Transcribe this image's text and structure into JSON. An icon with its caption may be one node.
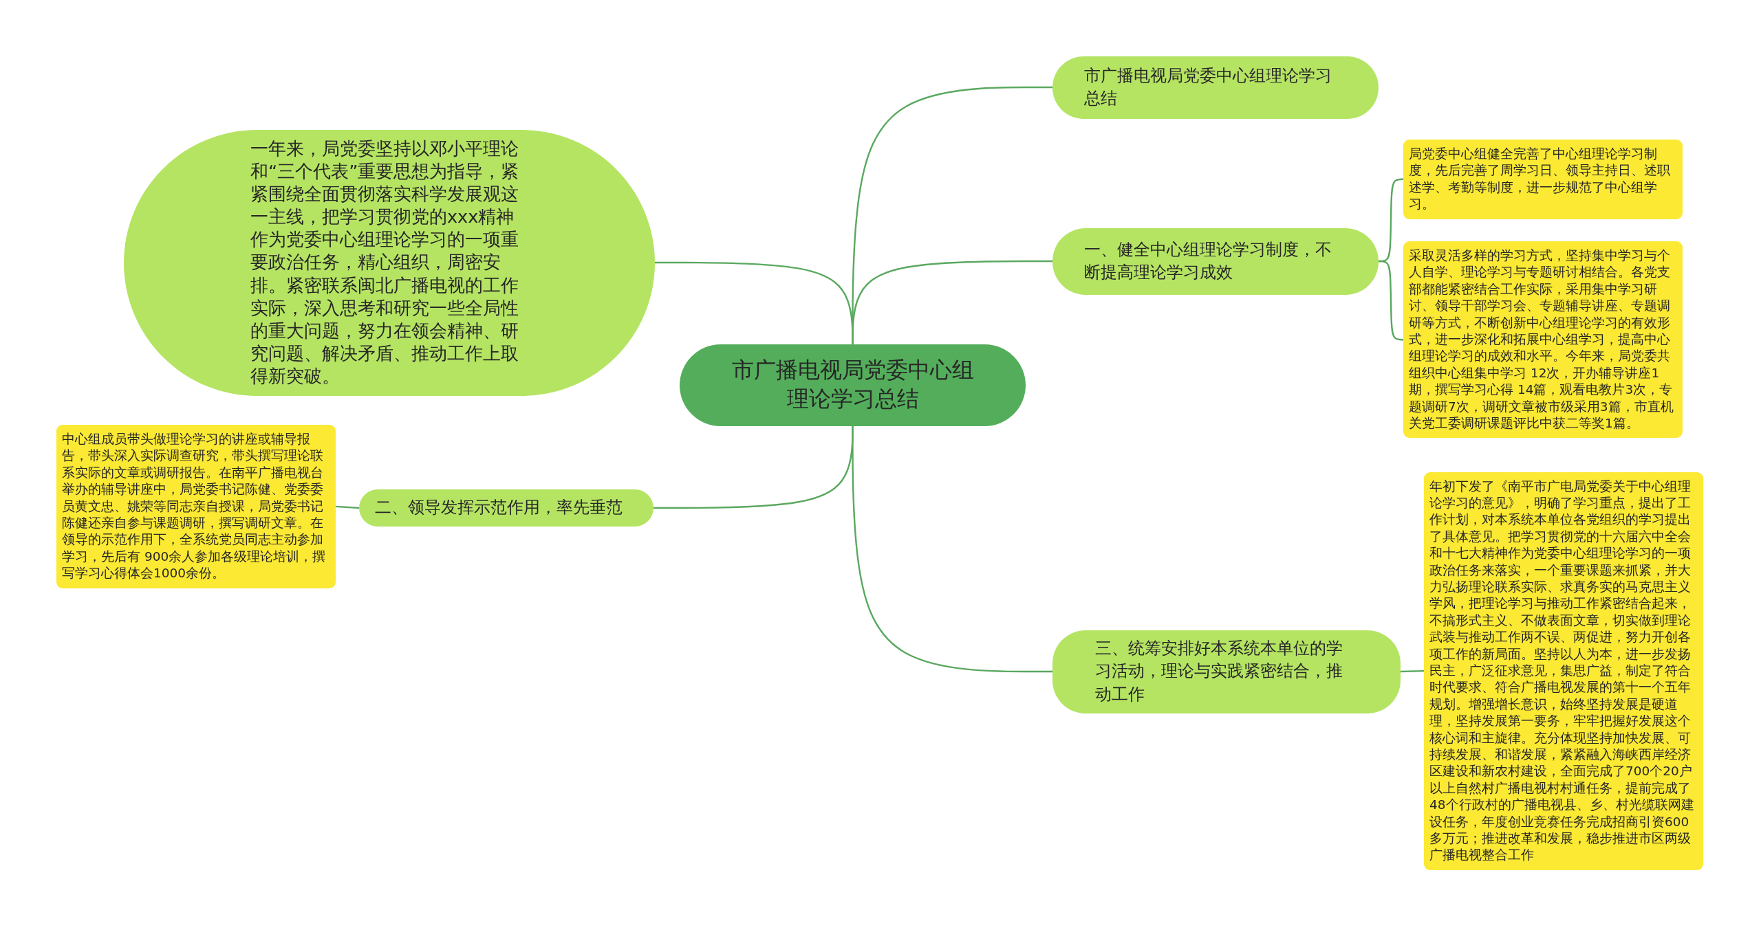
{
  "diagram": {
    "nodes": [
      {
        "text": [
          "市广播电视局党委中心组理论学习总结"
        ]
      },
      {
        "text": [
          "市广播电视局党委中心组理论学习总结"
        ]
      },
      {
        "text": [
          "一、健全中心组理论学习制度，不断提高理论学习成效"
        ]
      },
      {
        "text": [
          "局党委中心组健全完善了中心组理论学习制度，先后完善了周学习日、领导主持日、述职述学、考勤等制度，进一步规范了中心组学习。"
        ]
      },
      {
        "text": [
          "采取灵活多样的学习方式，坚持集中学习与个人自学、理论学习与专题研讨相结合。各党支部都能紧密结合工作实际，采用集中学习研讨、领导干部学习会、专题辅导讲座、专题调研等方式，不断创新中心组理论学习的有效形式，进一步深化和拓展中心组学习，提高中心组理论学习的成效和水平。今年来，局党委共组织中心组集中学习 12次，开办辅导讲座1期，撰写学习心得 14篇，观看电教片3次，专题调研7次，调研文章被市级采用3篇，市直机关党工委调研课题评比中获二等奖1篇。"
        ]
      },
      {
        "text": [
          "三、统筹安排好本系统本单位的学习活动，理论与实践紧密结合，推动工作"
        ]
      },
      {
        "text": [
          "年初下发了《南平市广电局党委关于中心组理论学习的意见》，明确了学习重点，提出了工作计划，对本系统本单位各党组织的学习提出了具体意见。把学习贯彻党的十六届六中全会和十七大精神作为党委中心组理论学习的一项政治任务来落实，一个重要课题来抓紧，并大力弘扬理论联系实际、求真务实的马克思主义学风，把理论学习与推动工作紧密结合起来，不搞形式主义、不做表面文章，切实做到理论武装与推动工作两不误、两促进，努力开创各项工作的新局面。坚持以人为本，进一步发扬民主，广泛征求意见，集思广益，制定了符合时代要求、符合广播电视发展的第十一个五年规划。增强增长意识，始终坚持发展是硬道理，坚持发展第一要务，牢牢把握好发展这个核心词和主旋律。充分体现坚持加快发展、可持续发展、和谐发展，紧紧融入海峡西岸经济区建设和新农村建设，全面完成了700个20户以上自然村广播电视村村通任务，提前完成了48个行政村的广播电视县、乡、村光缆联网建设任务，年度创业竞赛任务完成招商引资600多万元；推进改革和发展，稳步推进市区两级广播电视整合工作"
        ]
      },
      {
        "text": [
          "一年来，局党委坚持以邓小平理论和“三个代表”重要思想为指导，紧紧围绕全面贯彻落实科学发展观这一主线，把学习贯彻党的xxx精神作为党委中心组理论学习的一项重要政治任务，精心组织，周密安排。紧密联系闽北广播电视的工作实际，深入思考和研究一些全局性的重大问题，努力在领会精神、研究问题、解决矛盾、推动工作上取得新突破。"
        ]
      },
      {
        "text": [
          "二、领导发挥示范作用，率先垂范"
        ]
      },
      {
        "text": [
          "中心组成员带头做理论学习的讲座或辅导报告，带头深入实际调查研究，带头撰写理论联系实际的文章或调研报告。在南平广播电视台举办的辅导讲座中，局党委书记陈健、党委委员黄文忠、姚荣等同志亲自授课，局党委书记陈健还亲自参与课题调研，撰写调研文章。在领导的示范作用下，全系统党员同志主动参加学习，先后有 900余人参加各级理论培训，撰写学习心得体会1000余份。"
        ]
      }
    ],
    "edges": [
      {
        "from": 0,
        "to": 1,
        "arrow": "none"
      },
      {
        "from": 0,
        "to": 2,
        "arrow": "none"
      },
      {
        "from": 2,
        "to": 3,
        "arrow": "none"
      },
      {
        "from": 2,
        "to": 4,
        "arrow": "none"
      },
      {
        "from": 0,
        "to": 5,
        "arrow": "none"
      },
      {
        "from": 5,
        "to": 6,
        "arrow": "none"
      },
      {
        "from": 0,
        "to": 7,
        "arrow": "none"
      },
      {
        "from": 0,
        "to": 8,
        "arrow": "none"
      },
      {
        "from": 8,
        "to": 9,
        "arrow": "none"
      }
    ]
  }
}
